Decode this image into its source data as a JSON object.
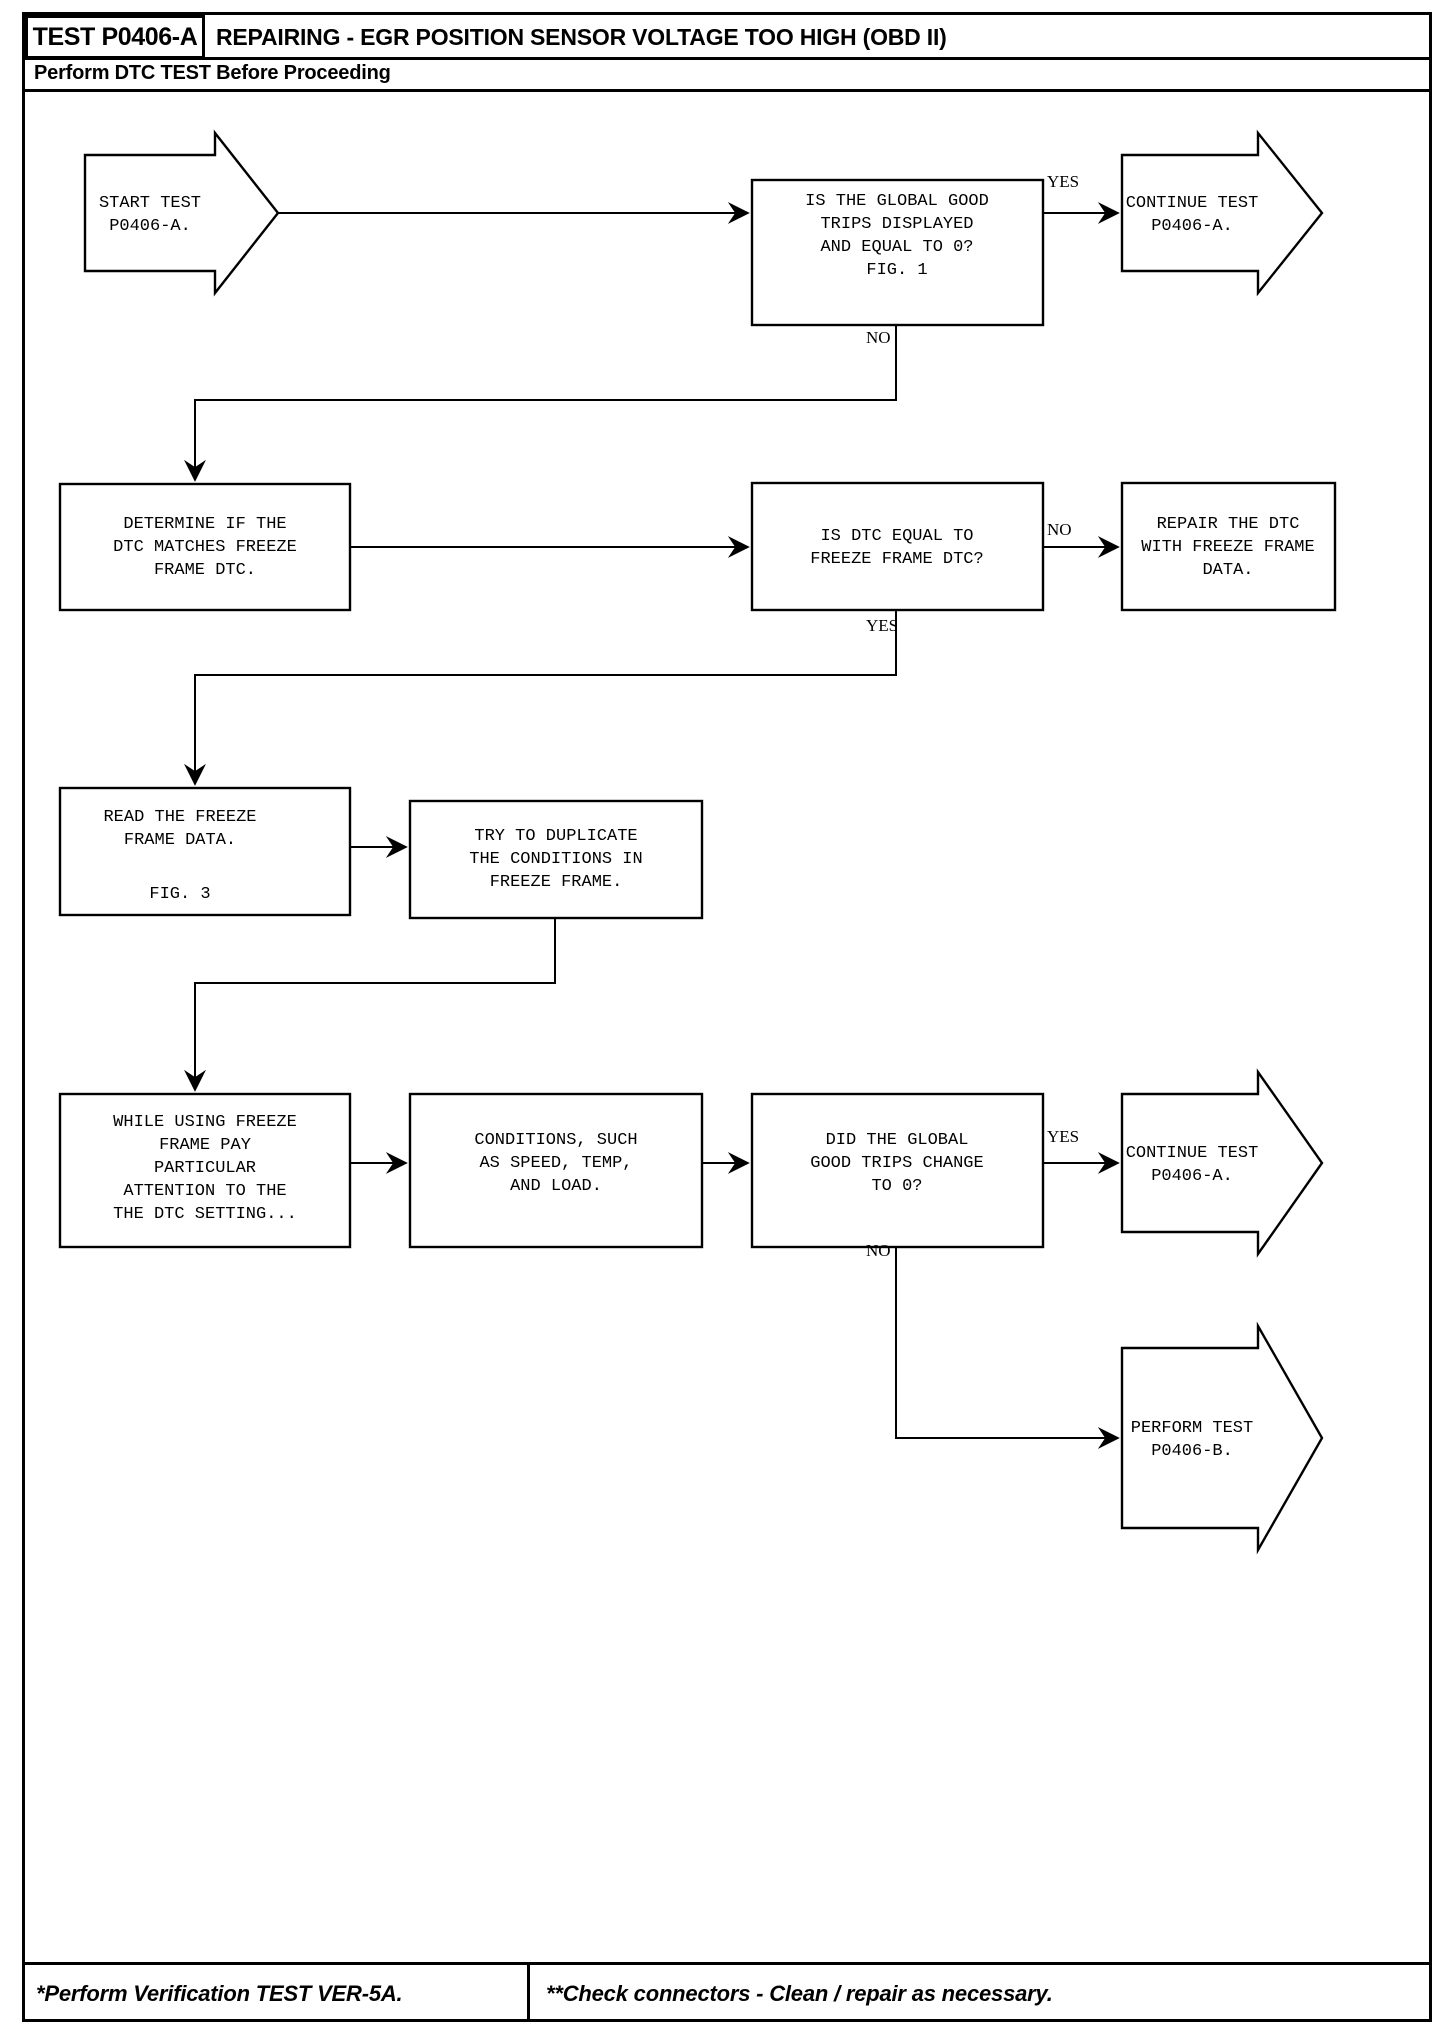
{
  "header": {
    "test_id": "TEST P0406-A",
    "title": "REPAIRING - EGR POSITION SENSOR VOLTAGE TOO HIGH (OBD II)",
    "subtitle": "Perform DTC TEST Before Proceeding"
  },
  "footer": {
    "left_note": "*Perform Verification TEST VER-5A.",
    "right_note": "**Check connectors - Clean / repair as necessary."
  },
  "flowchart": {
    "nodes": [
      {
        "id": "start",
        "shape": "arrow",
        "lines": [
          "START TEST",
          "P0406-A."
        ]
      },
      {
        "id": "q1",
        "shape": "rect",
        "lines": [
          "IS THE GLOBAL GOOD",
          "TRIPS DISPLAYED",
          "AND EQUAL TO 0?",
          "FIG. 1"
        ]
      },
      {
        "id": "continue1",
        "shape": "arrow",
        "lines": [
          "CONTINUE TEST",
          "P0406-A."
        ]
      },
      {
        "id": "determine",
        "shape": "rect",
        "lines": [
          "DETERMINE IF THE",
          "DTC MATCHES FREEZE",
          "FRAME DTC."
        ]
      },
      {
        "id": "q2",
        "shape": "rect",
        "lines": [
          "IS DTC EQUAL TO",
          "FREEZE FRAME DTC?"
        ]
      },
      {
        "id": "repair",
        "shape": "rect",
        "lines": [
          "REPAIR THE DTC",
          "WITH FREEZE FRAME",
          "DATA."
        ]
      },
      {
        "id": "readff",
        "shape": "rect",
        "lines": [
          "READ THE FREEZE",
          "FRAME DATA.",
          "",
          "FIG. 3"
        ]
      },
      {
        "id": "duplicate",
        "shape": "rect",
        "lines": [
          "TRY TO DUPLICATE",
          "THE CONDITIONS IN",
          "FREEZE FRAME."
        ]
      },
      {
        "id": "while",
        "shape": "rect",
        "lines": [
          "WHILE USING FREEZE",
          "FRAME PAY",
          "PARTICULAR",
          "ATTENTION TO THE",
          "THE DTC SETTING..."
        ]
      },
      {
        "id": "conditions",
        "shape": "rect",
        "lines": [
          "CONDITIONS, SUCH",
          "AS SPEED, TEMP,",
          "AND LOAD."
        ]
      },
      {
        "id": "q3",
        "shape": "rect",
        "lines": [
          "DID THE GLOBAL",
          "GOOD TRIPS CHANGE",
          "TO 0?"
        ]
      },
      {
        "id": "continue2",
        "shape": "arrow",
        "lines": [
          "CONTINUE TEST",
          "P0406-A."
        ]
      },
      {
        "id": "perform",
        "shape": "arrow",
        "lines": [
          "PERFORM TEST",
          "P0406-B."
        ]
      }
    ],
    "edge_labels": [
      {
        "id": "yes1",
        "text": "YES"
      },
      {
        "id": "no1",
        "text": "NO"
      },
      {
        "id": "no2",
        "text": "NO"
      },
      {
        "id": "yes2",
        "text": "YES"
      },
      {
        "id": "yes3",
        "text": "YES"
      },
      {
        "id": "no3",
        "text": "NO"
      }
    ]
  }
}
